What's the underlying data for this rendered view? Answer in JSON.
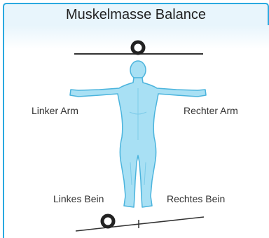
{
  "panel": {
    "title": "Muskelmasse Balance"
  },
  "labels": {
    "left_arm": "Linker Arm",
    "right_arm": "Rechter Arm",
    "left_leg": "Linkes Bein",
    "right_leg": "Rechtes Bein"
  },
  "colors": {
    "accent": "#2aa9e0",
    "header_bg": "#e8f5fc",
    "body_fill": "#a8e0f4",
    "body_stroke": "#4bb4dd",
    "scale_line": "#333333"
  },
  "icons": {
    "upper_marker": "ring-marker-icon",
    "lower_marker": "ring-marker-icon"
  }
}
